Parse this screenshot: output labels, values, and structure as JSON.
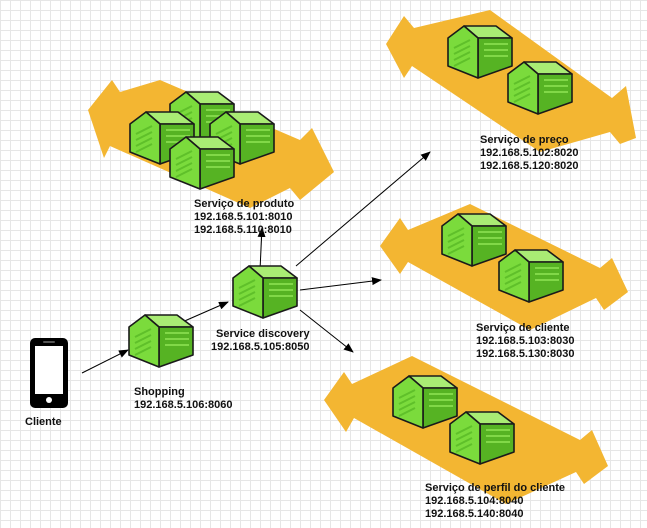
{
  "client": {
    "label": "Cliente"
  },
  "shopping": {
    "name": "Shopping",
    "address": "192.168.5.106:8060"
  },
  "discovery": {
    "name": "Service discovery",
    "address": "192.168.5.105:8050"
  },
  "produto": {
    "name": "Serviço de produto",
    "addresses": [
      "192.168.5.101:8010",
      "192.168.5.110:8010"
    ]
  },
  "preco": {
    "name": "Serviço de preço",
    "addresses": [
      "192.168.5.102:8020",
      "192.168.5.120:8020"
    ]
  },
  "cliente_svc": {
    "name": "Serviço de cliente",
    "addresses": [
      "192.168.5.103:8030",
      "192.168.5.130:8030"
    ]
  },
  "perfil": {
    "name": "Serviço de perfil do cliente",
    "addresses": [
      "192.168.5.104:8040",
      "192.168.5.140:8040"
    ]
  },
  "colors": {
    "band": "#f3b632",
    "cube_face": "#7bdb3c",
    "cube_top": "#a9ec74",
    "cube_side": "#56b323",
    "outline": "#1a1a1a"
  }
}
